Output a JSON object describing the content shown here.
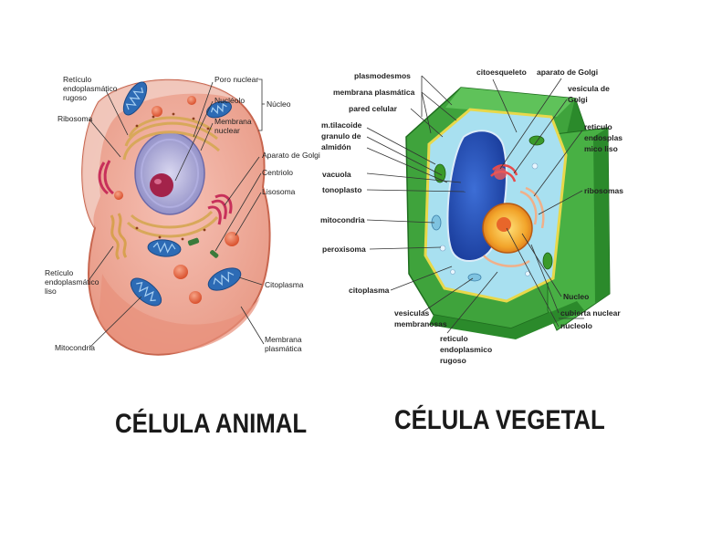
{
  "animal": {
    "title": "CÉLULA ANIMAL",
    "labels": {
      "reticulo_rugoso": [
        "Retículo",
        "endoplasmático",
        "rugoso"
      ],
      "ribosoma": "Ribosoma",
      "poro_nuclear": "Poro nuclear",
      "nucleolo": "Nucléolo",
      "membrana_nuclear": [
        "Membrana",
        "nuclear"
      ],
      "nucleo": "Núcleo",
      "golgi": "Aparato de Golgi",
      "centriolo": "Centriolo",
      "lisosoma": "Lisosoma",
      "reticulo_liso": [
        "Retículo",
        "endoplasmático",
        "liso"
      ],
      "citoplasma": "Citoplasma",
      "mitocondria": "Mitocondria",
      "membrana_plasmatica": [
        "Membrana",
        "plasmática"
      ]
    }
  },
  "vegetal": {
    "title": "CÉLULA VEGETAL",
    "labels": {
      "plasmodesmos": "plasmodesmos",
      "membrana_plasmatica": "membrana plasmática",
      "pared_celular": "pared celular",
      "tilacoide": [
        "m.tilacoide",
        "granulo de",
        "almidón"
      ],
      "vacuola": [
        "vacuola",
        "tonoplasto"
      ],
      "mitocondria": "mitocondria",
      "peroxisoma": "peroxisoma",
      "citoplasma": "citoplasma",
      "vesiculas": [
        "vesiculas",
        "membranosas"
      ],
      "reticulo_rugoso": [
        "reticulo",
        "endoplasmico",
        "rugoso"
      ],
      "citoesqueleto": "citoesqueleto",
      "golgi": "aparato de Golgi",
      "vesicula_golgi": [
        "vesicula de",
        "Golgi"
      ],
      "reticulo_liso": [
        "reticulo",
        "endosplas",
        "mico liso"
      ],
      "ribosomas": "ribosomas",
      "nucleo": "Nucleo",
      "cubierta_nuclear": "cubierta nuclear",
      "nucleolo": "nucleolo"
    }
  }
}
